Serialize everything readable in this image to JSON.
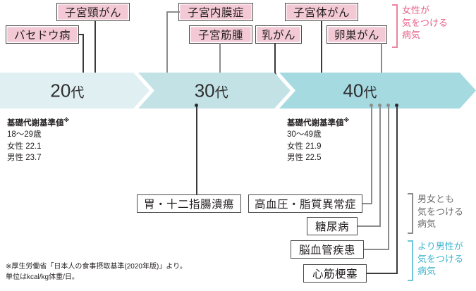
{
  "band": {
    "segments": [
      {
        "decade": "20",
        "suffix": "代",
        "color": "#e0eff1"
      },
      {
        "decade": "30",
        "suffix": "代",
        "color": "#c3e2e6"
      },
      {
        "decade": "40",
        "suffix": "代",
        "color": "#a6dae1"
      }
    ]
  },
  "female_diseases": [
    {
      "label": "バセドウ病"
    },
    {
      "label": "子宮頸がん"
    },
    {
      "label": "子宮内膜症"
    },
    {
      "label": "子宮筋腫"
    },
    {
      "label": "乳がん"
    },
    {
      "label": "子宮体がん"
    },
    {
      "label": "卵巣がん"
    }
  ],
  "common_diseases": [
    {
      "label": "胃・十二指腸潰瘍"
    },
    {
      "label": "高血圧・脂質異常症"
    },
    {
      "label": "糖尿病"
    },
    {
      "label": "脳血管疾患"
    },
    {
      "label": "心筋梗塞"
    }
  ],
  "stats": [
    {
      "heading": "基礎代謝基準値",
      "marker": "※",
      "age_range": "18〜29歳",
      "female": "女性 22.1",
      "male": "男性 23.7"
    },
    {
      "heading": "基礎代謝基準値",
      "marker": "※",
      "age_range": "30〜49歳",
      "female": "女性 21.9",
      "male": "男性 22.5"
    }
  ],
  "legend": {
    "female": {
      "line1": "女性が",
      "line2": "気をつける",
      "line3": "病気",
      "color": "#e8608a"
    },
    "both": {
      "line1": "男女とも",
      "line2": "気をつける",
      "line3": "病気",
      "color": "#6e6e6e"
    },
    "male": {
      "line1": "より男性が",
      "line2": "気をつける",
      "line3": "病気",
      "color": "#3fb5cf"
    }
  },
  "footnote": {
    "line1": "※厚生労働省「日本人の食事摂取基準(2020年版)」より。",
    "line2": "単位はkcal/kg体重/日。"
  }
}
